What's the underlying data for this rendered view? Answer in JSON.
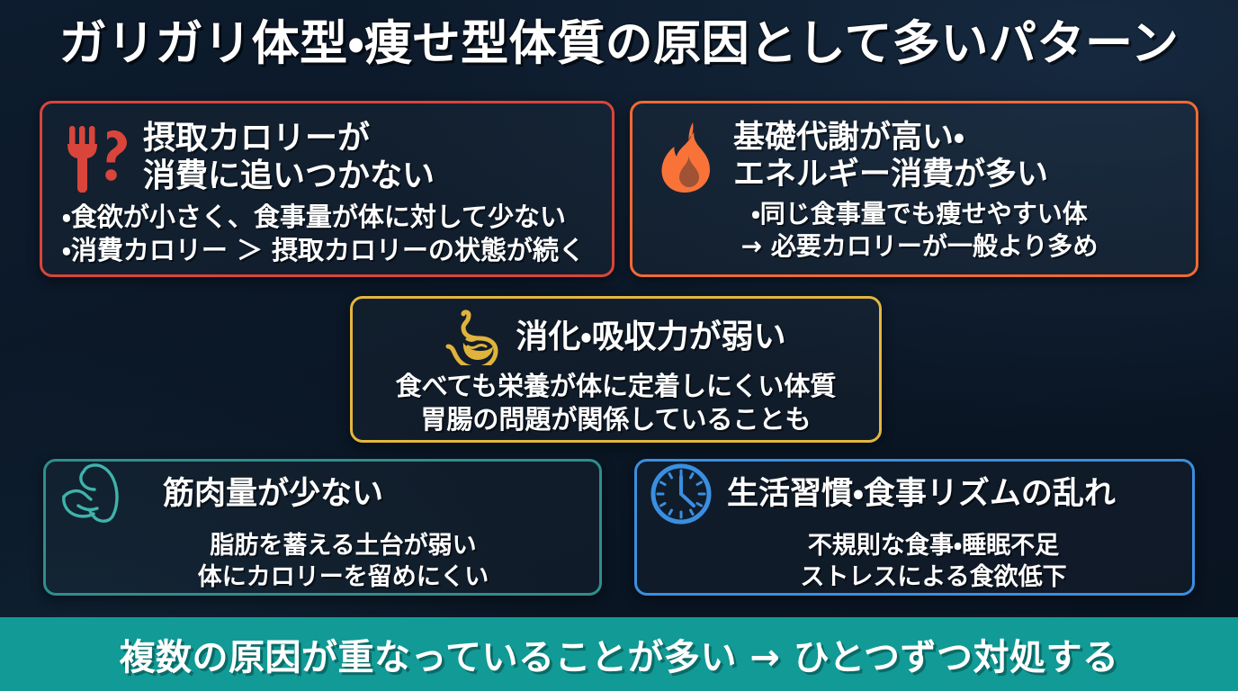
{
  "title": "ガリガリ体型・痩せ型体質の原因として多いパターン",
  "colors": {
    "background": "#0b1726",
    "title_text": "#ffffff",
    "card_intake_border": "#d9453b",
    "card_metabolism_border": "#f06a33",
    "card_digestion_border": "#e3b63f",
    "card_muscle_border": "#2e8f8c",
    "card_lifestyle_border": "#3a8fe0",
    "banner_background": "#119a96",
    "banner_text": "#ffffff"
  },
  "cards": [
    {
      "id": "intake",
      "icon": "fork-question-icon",
      "icon_color": "#d9453b",
      "title": "摂取カロリーが\n消費に追いつかない",
      "lines": [
        "・食欲が小さく、食事量が体に対して少ない",
        "・消費カロリー ＞ 摂取カロリーの状態が続く"
      ]
    },
    {
      "id": "metabolism",
      "icon": "flame-icon",
      "icon_color": "#f97339",
      "title": "基礎代謝が高い・\nエネルギー消費が多い",
      "lines": [
        "・同じ食事量でも痩せやすい体",
        "→ 必要カロリーが一般より多め"
      ]
    },
    {
      "id": "digestion",
      "icon": "stomach-icon",
      "icon_color": "#e0b33c",
      "title": "消化・吸収力が弱い",
      "lines": [
        "食べても栄養が体に定着しにくい体質",
        "胃腸の問題が関係していることも"
      ]
    },
    {
      "id": "muscle",
      "icon": "flexed-biceps-icon",
      "icon_color": "#3fb3ab",
      "title": "筋肉量が少ない",
      "lines": [
        "脂肪を蓄える土台が弱い",
        "体にカロリーを留めにくい"
      ]
    },
    {
      "id": "lifestyle",
      "icon": "clock-icon",
      "icon_color": "#3a8fe0",
      "title": "生活習慣・食事リズムの乱れ",
      "lines": [
        "不規則な食事・睡眠不足",
        "ストレスによる食欲低下"
      ]
    }
  ],
  "banner": {
    "text": "複数の原因が重なっていることが多い → ひとつずつ対処する"
  }
}
